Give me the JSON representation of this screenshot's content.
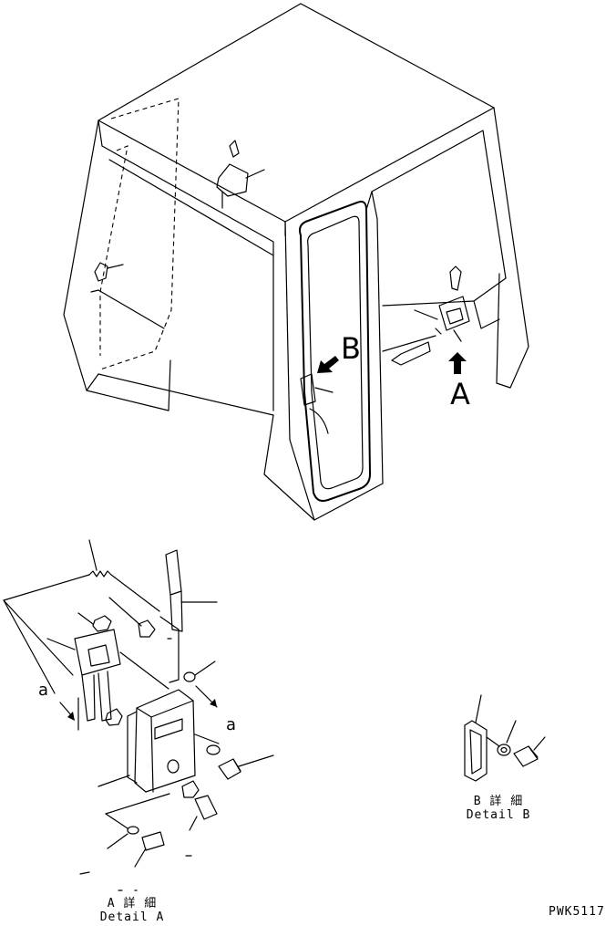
{
  "callouts": {
    "view_a": "A",
    "view_b": "B",
    "part_a_left": "a",
    "part_a_right": "a"
  },
  "captions": {
    "detail_a_jp": "A 詳 細",
    "detail_a_en": "Detail A",
    "detail_b_jp": "B 詳 細",
    "detail_b_en": "Detail B"
  },
  "drawing_code": "PWK5117"
}
